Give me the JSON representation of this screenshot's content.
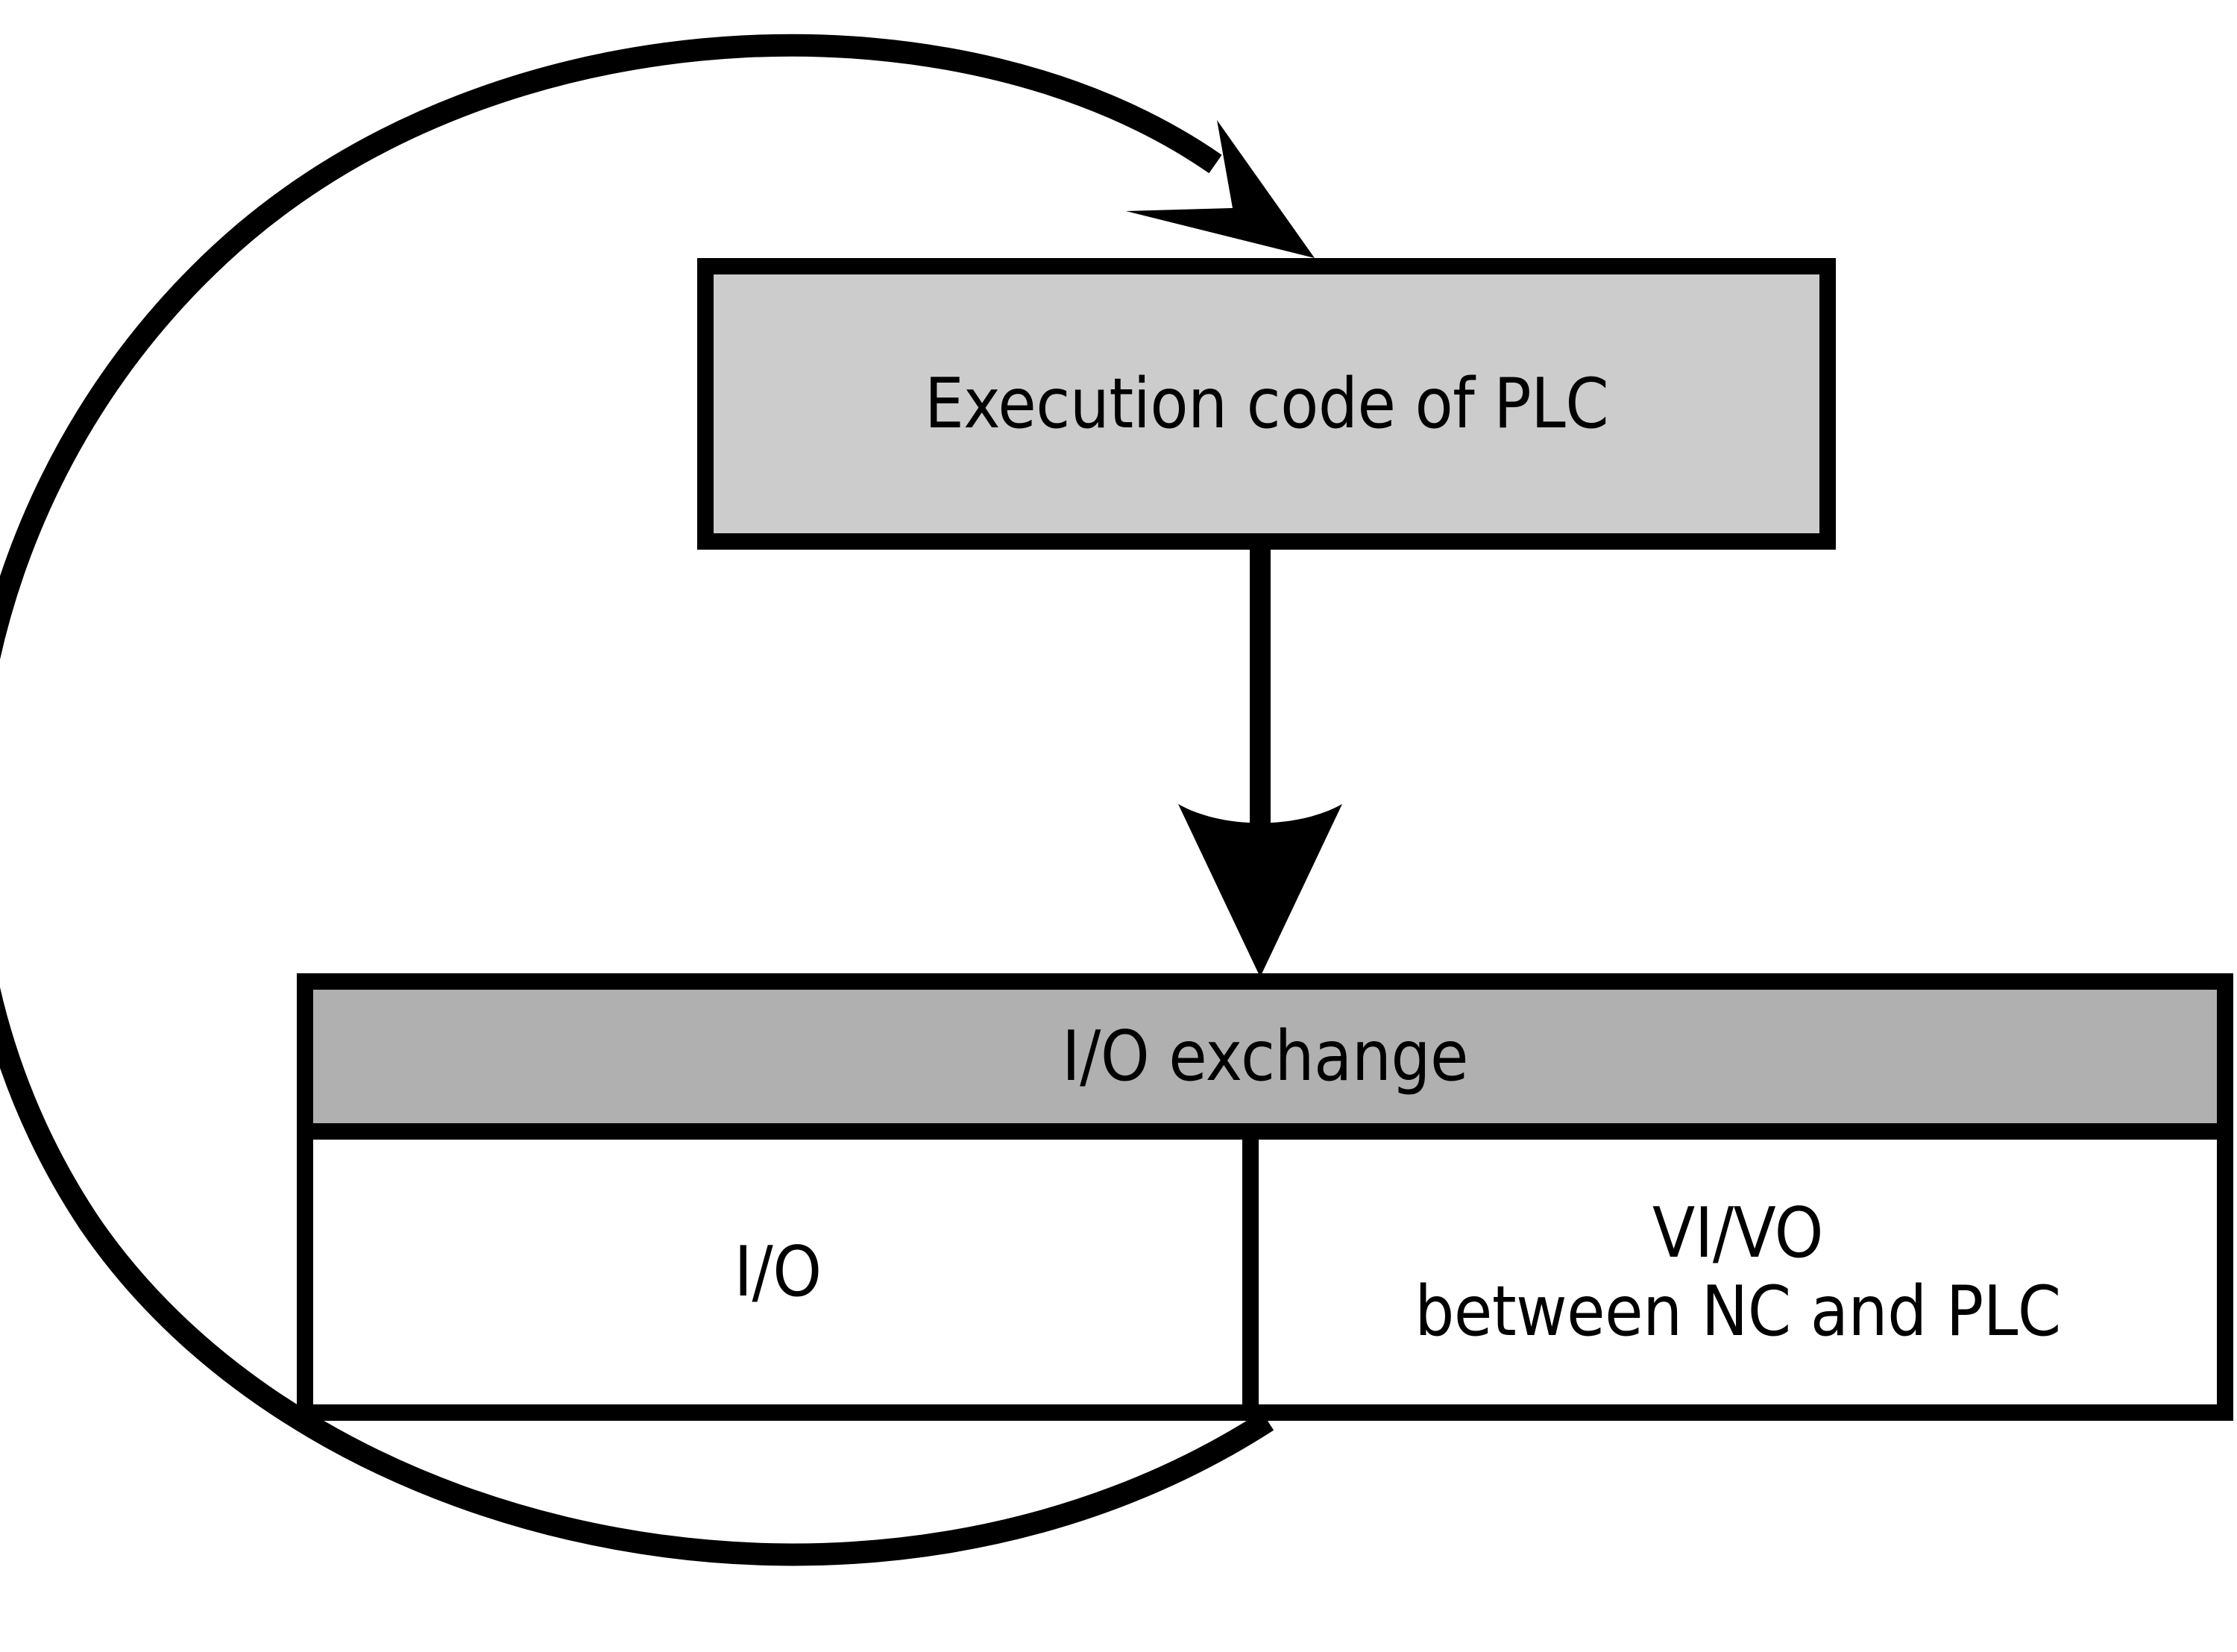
{
  "diagram": {
    "title": "PLC execution cycle with I/O exchange",
    "type": "flow-loop",
    "colors": {
      "stroke": "#000000",
      "background": "#ffffff",
      "plc_box_fill": "#cccccc",
      "io_header_fill": "#b0b0b0",
      "io_cell_fill": "#ffffff"
    }
  },
  "plc_box": {
    "label": "Execution code of PLC"
  },
  "io_table": {
    "header": {
      "label": "I/O exchange"
    },
    "cells": [
      {
        "name": "io",
        "lines": [
          "I/O"
        ]
      },
      {
        "name": "vi-vo",
        "lines": [
          "VI/VO",
          "between NC and PLC"
        ]
      }
    ]
  },
  "connectors": {
    "down_arrow": {
      "name": "plc-to-io-arrow",
      "from": "Execution code of PLC",
      "to": "I/O exchange",
      "direction": "down"
    },
    "feedback_loop": {
      "name": "io-to-plc-feedback-loop",
      "from": "I/O exchange",
      "to": "Execution code of PLC",
      "direction": "counter-clockwise"
    }
  }
}
